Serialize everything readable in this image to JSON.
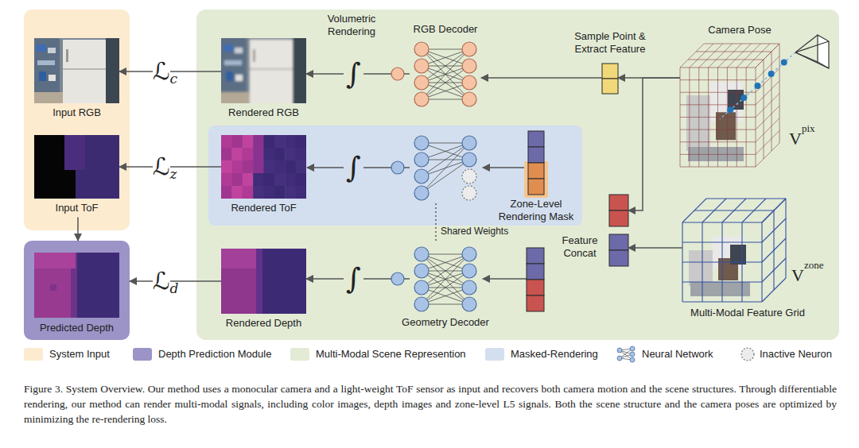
{
  "diagram": {
    "caption": "Figure 3. System Overview. Our method uses a monocular camera and a light-weight ToF sensor as input and recovers both camera motion and the scene structures. Through differentiable rendering, our method can render multi-modal signals, including color images, depth images and zone-level L5 signals. Both the scene structure and the camera poses are optimized by minimizing the re-rendering loss.",
    "nodes": [
      {
        "text": [
          "Input RGB"
        ]
      },
      {
        "text": [
          "Rendered RGB"
        ]
      },
      {
        "text": [
          "RGB Decoder"
        ]
      },
      {
        "text": [
          "Sample Point & Extract Feature"
        ]
      },
      {
        "text": [
          "V",
          "pix"
        ]
      },
      {
        "text": [
          "Input ToF"
        ]
      },
      {
        "text": [
          "Rendered ToF"
        ]
      },
      {
        "text": [
          "Zone-Level Rendering Mask"
        ]
      },
      {
        "text": [
          "Feature Concat"
        ]
      },
      {
        "text": [
          "Predicted Depth"
        ]
      },
      {
        "text": [
          "Rendered Depth"
        ]
      },
      {
        "text": [
          "Geometry Decoder"
        ]
      },
      {
        "text": [
          "V",
          "zone"
        ]
      }
    ],
    "edges": [
      {
        "from": 1,
        "to": 0,
        "arrow": "to",
        "label": "ℒ"
      },
      {
        "from": 2,
        "to": 1,
        "arrow": "to",
        "label": "∫"
      },
      {
        "from": 3,
        "to": 2,
        "arrow": "to"
      },
      {
        "from": 4,
        "to": 3,
        "arrow": "to"
      },
      {
        "from": 4,
        "to": 8,
        "arrow": "to"
      },
      {
        "from": 5,
        "to": 9,
        "arrow": "to"
      },
      {
        "from": 6,
        "to": 5,
        "arrow": "to",
        "label": "ℒ"
      },
      {
        "from": 10,
        "to": 9,
        "arrow": "to",
        "label": "ℒ"
      },
      {
        "from": 11,
        "to": 10,
        "arrow": "to",
        "label": "∫"
      },
      {
        "from": 12,
        "to": 8,
        "arrow": "to"
      }
    ],
    "labels": [
      "Volumetric Rendering",
      "Camera Pose",
      "c",
      "z",
      "∫",
      "Shared Weights",
      "d",
      "Multi-Modal Feature Grid"
    ],
    "legend": [
      {
        "text": "System Input",
        "color": "#fdebd0"
      },
      {
        "text": "Depth Prediction Module",
        "color": "#9c93c7"
      },
      {
        "text": "Multi-Modal Scene Represention",
        "color": "#e3ebd5"
      },
      {
        "text": "Masked-Rendering",
        "color": "#d3dfee"
      },
      {
        "text": "Neural Network"
      },
      {
        "text": "Inactive Neuron"
      }
    ]
  }
}
